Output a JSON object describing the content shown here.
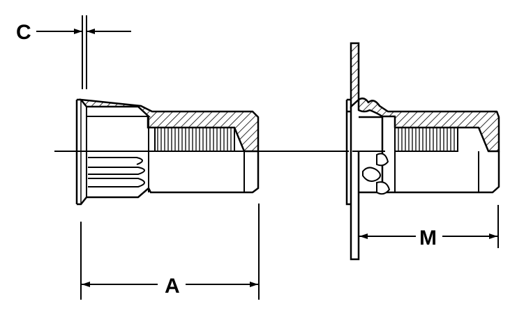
{
  "dimensions": {
    "c_label": "C",
    "a_label": "A",
    "m_label": "M"
  },
  "colors": {
    "ink": "#000000",
    "background": "#ffffff"
  }
}
